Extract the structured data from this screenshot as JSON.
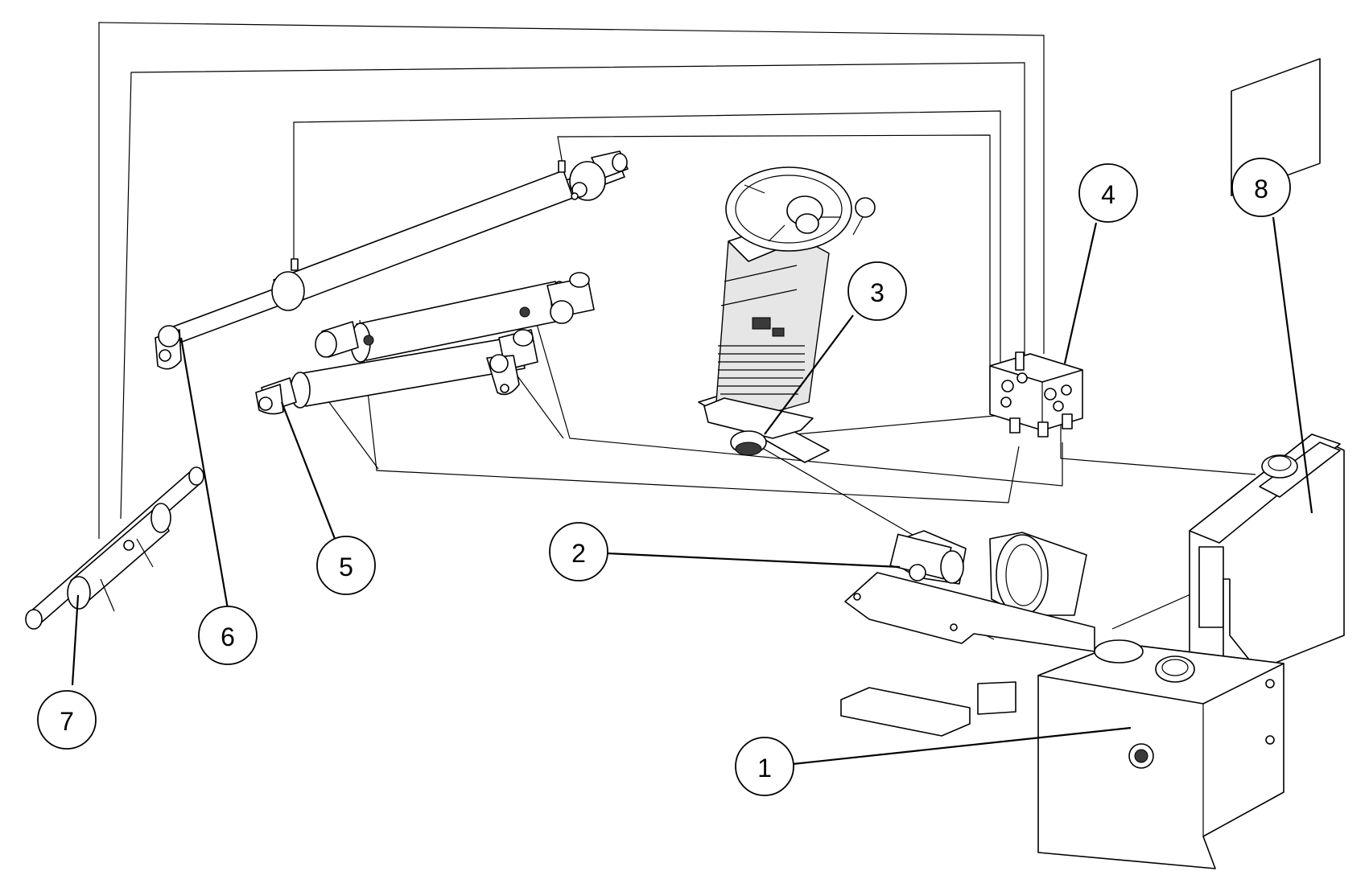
{
  "callouts": [
    {
      "number": "1",
      "part": "hydraulic-tank"
    },
    {
      "number": "2",
      "part": "hydraulic-pump"
    },
    {
      "number": "3",
      "part": "steering-unit"
    },
    {
      "number": "4",
      "part": "control-valve"
    },
    {
      "number": "5",
      "part": "lift-cylinder"
    },
    {
      "number": "6",
      "part": "tilt-cylinder"
    },
    {
      "number": "7",
      "part": "steering-cylinder"
    },
    {
      "number": "8",
      "part": "oil-cooler"
    }
  ]
}
